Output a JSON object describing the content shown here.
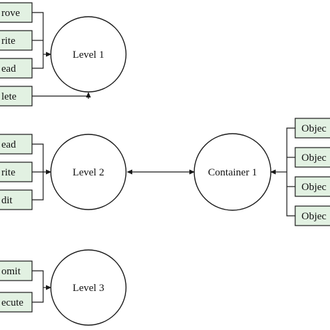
{
  "levels": [
    {
      "label": "Level 1",
      "permissions": [
        "rove",
        "rite",
        "ead",
        "lete"
      ]
    },
    {
      "label": "Level 2",
      "permissions": [
        "ead",
        "rite",
        "dit"
      ]
    },
    {
      "label": "Level 3",
      "permissions": [
        "omit",
        "ecute"
      ]
    }
  ],
  "container": {
    "label": "Container 1",
    "objects": [
      "Objec",
      "Objec",
      "Objec",
      "Objec"
    ]
  }
}
